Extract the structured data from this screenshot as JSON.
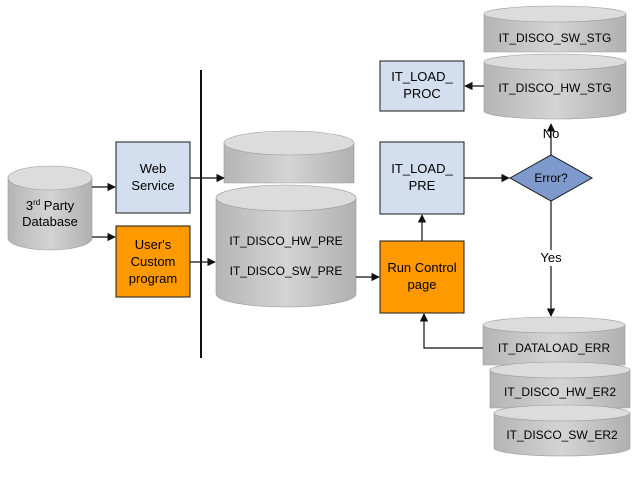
{
  "colors": {
    "box_blue_fill": "#d3deef",
    "box_blue_stroke": "#1a1a1a",
    "box_orange_fill": "#ff9900",
    "decision_fill": "#7e99cc",
    "db_body": "#c4c4c4",
    "db_top": "#d9d9d9",
    "line": "#111111"
  },
  "third_party_db": {
    "line1_base": "3",
    "line1_sup": "rd",
    "line1_rest": " Party",
    "line2": "Database"
  },
  "web_service": {
    "line1": "Web",
    "line2": "Service"
  },
  "custom_program": {
    "line1": "User's",
    "line2": "Custom",
    "line3": "program"
  },
  "pre_tables": {
    "hw": "IT_DISCO_HW_PRE",
    "sw": "IT_DISCO_SW_PRE"
  },
  "run_control": {
    "line1": "Run Control",
    "line2": "page"
  },
  "load_pre": {
    "line1": "IT_LOAD_",
    "line2": "PRE"
  },
  "load_proc": {
    "line1": "IT_LOAD_",
    "line2": "PROC"
  },
  "decision": {
    "label": "Error?",
    "no_label": "No",
    "yes_label": "Yes"
  },
  "stg_tables": {
    "sw": "IT_DISCO_SW_STG",
    "hw": "IT_DISCO_HW_STG"
  },
  "err_tables": {
    "dataload": "IT_DATALOAD_ERR",
    "hw": "IT_DISCO_HW_ER2",
    "sw": "IT_DISCO_SW_ER2"
  }
}
